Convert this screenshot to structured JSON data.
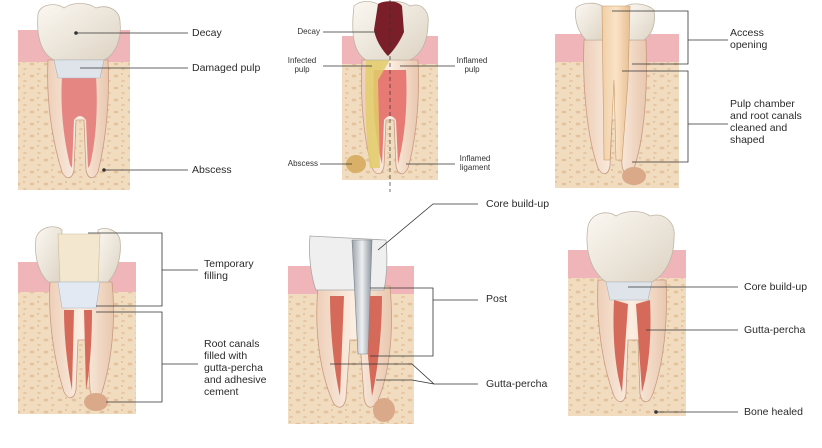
{
  "panel1": {
    "decay": "Decay",
    "damaged_pulp": "Damaged pulp",
    "abscess": "Abscess"
  },
  "panel2": {
    "decay": "Decay",
    "infected_pulp_1": "Infected",
    "infected_pulp_2": "pulp",
    "inflamed_pulp_1": "Inflamed",
    "inflamed_pulp_2": "pulp",
    "abscess": "Abscess",
    "inflamed_ligament_1": "Inflamed",
    "inflamed_ligament_2": "ligament"
  },
  "panel3": {
    "access_opening_1": "Access",
    "access_opening_2": "opening",
    "pulp_chamber_1": "Pulp chamber",
    "pulp_chamber_2": "and root canals",
    "pulp_chamber_3": "cleaned and",
    "pulp_chamber_4": "shaped"
  },
  "panel4": {
    "temporary_1": "Temporary",
    "temporary_2": "filling",
    "root_canals_1": "Root canals",
    "root_canals_2": "filled with",
    "root_canals_3": "gutta-percha",
    "root_canals_4": "and adhesive",
    "root_canals_5": "cement"
  },
  "panel5": {
    "core_buildup": "Core build-up",
    "post": "Post",
    "gutta_percha": "Gutta-percha"
  },
  "panel6": {
    "core_buildup": "Core build-up",
    "gutta_percha": "Gutta-percha",
    "bone_healed": "Bone healed"
  },
  "colors": {
    "bone": "#f1dcc0",
    "gum": "#efb5b9",
    "enamel": "#f1ece3",
    "dentin": "#f7e6d6",
    "pulp": "#e07a78",
    "gutta_percha": "#d56a5a",
    "abscess": "#d9a98a",
    "decay": "#7a1f2a"
  }
}
